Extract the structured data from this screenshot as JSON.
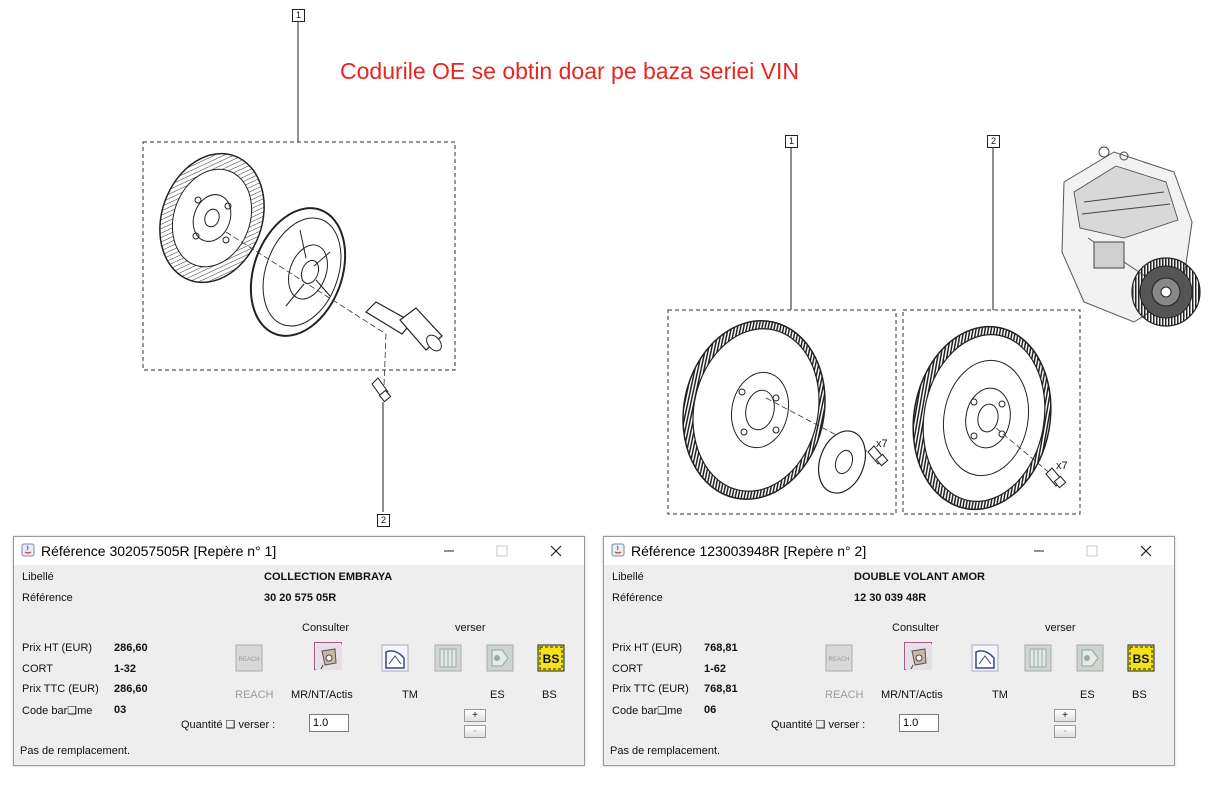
{
  "notice": "Codurile OE se obtin doar pe baza seriei VIN",
  "callouts": {
    "left_top": "1",
    "left_bottom": "2",
    "right_1": "1",
    "right_2": "2"
  },
  "diagram_labels": {
    "flywheel_bolt_qty": "x7",
    "dual_flywheel_bolt_qty": "x7"
  },
  "dialogs": [
    {
      "title": "Référence 302057505R [Repère n° 1]",
      "libelle_label": "Libellé",
      "libelle_value": "COLLECTION EMBRAYA",
      "reference_label": "Référence",
      "reference_value": "30 20 575 05R",
      "prix_ht_label": "Prix HT (EUR)",
      "prix_ht_value": "286,60",
      "cort_label": "CORT",
      "cort_value": "1-32",
      "prix_ttc_label": "Prix TTC (EUR)",
      "prix_ttc_value": "286,60",
      "code_bareme_label": "Code bar❑me",
      "code_bareme_value": "03",
      "consulter_label": "Consulter",
      "verser_label": "verser",
      "tools": [
        "REACH",
        "MR/NT/Actis",
        "TM",
        "",
        "ES",
        "BS"
      ],
      "quantite_label": "Quantité ❑ verser :",
      "quantite_value": "1.0",
      "plus": "+",
      "minus": "-",
      "status": "Pas de remplacement."
    },
    {
      "title": "Référence 123003948R [Repère n° 2]",
      "libelle_label": "Libellé",
      "libelle_value": "DOUBLE VOLANT AMOR",
      "reference_label": "Référence",
      "reference_value": "12 30 039 48R",
      "prix_ht_label": "Prix HT (EUR)",
      "prix_ht_value": "768,81",
      "cort_label": "CORT",
      "cort_value": "1-62",
      "prix_ttc_label": "Prix TTC (EUR)",
      "prix_ttc_value": "768,81",
      "code_bareme_label": "Code bar❑me",
      "code_bareme_value": "06",
      "consulter_label": "Consulter",
      "verser_label": "verser",
      "tools": [
        "REACH",
        "MR/NT/Actis",
        "TM",
        "",
        "ES",
        "BS"
      ],
      "quantite_label": "Quantité ❑ verser :",
      "quantite_value": "1.0",
      "plus": "+",
      "minus": "-",
      "status": "Pas de remplacement."
    }
  ],
  "colors": {
    "notice": "#e8251f",
    "dialog_bg": "#eeeeee",
    "disabled_text": "#9c9c9c"
  }
}
